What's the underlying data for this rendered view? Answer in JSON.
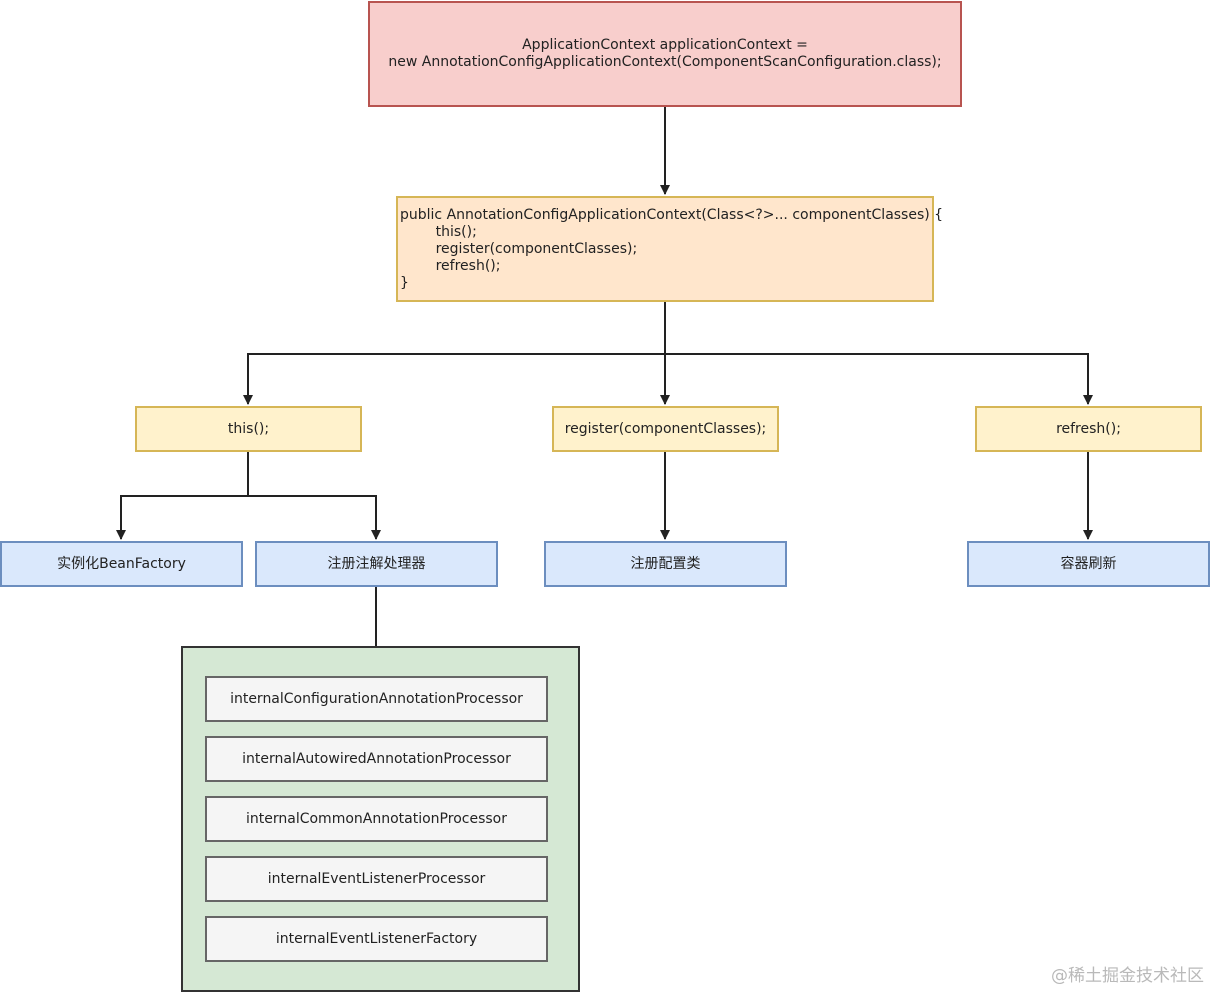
{
  "top_box": {
    "line1": "ApplicationContext applicationContext =",
    "line2": "new AnnotationConfigApplicationContext(ComponentScanConfiguration.class);"
  },
  "constructor_box": {
    "code": "public AnnotationConfigApplicationContext(Class<?>... componentClasses) {\n        this();\n        register(componentClasses);\n        refresh();\n}"
  },
  "steps": {
    "this": "this();",
    "register": "register(componentClasses);",
    "refresh": "refresh();"
  },
  "actions": {
    "instantiate": "实例化BeanFactory",
    "register_processors": "注册注解处理器",
    "register_config": "注册配置类",
    "refresh_container": "容器刷新"
  },
  "processors": [
    "internalConfigurationAnnotationProcessor",
    "internalAutowiredAnnotationProcessor",
    "internalCommonAnnotationProcessor",
    "internalEventListenerProcessor",
    "internalEventListenerFactory"
  ],
  "watermark": "@稀土掘金技术社区",
  "colors": {
    "top_fill": "#f8cecc",
    "top_stroke": "#b85450",
    "constructor_fill": "#ffe6cc",
    "step_fill": "#fff2cc",
    "step_stroke": "#d6b656",
    "action_fill": "#dae8fc",
    "action_stroke": "#6c8ebf",
    "group_fill": "#d5e8d4",
    "processor_fill": "#f5f5f5",
    "edge": "#222222"
  }
}
